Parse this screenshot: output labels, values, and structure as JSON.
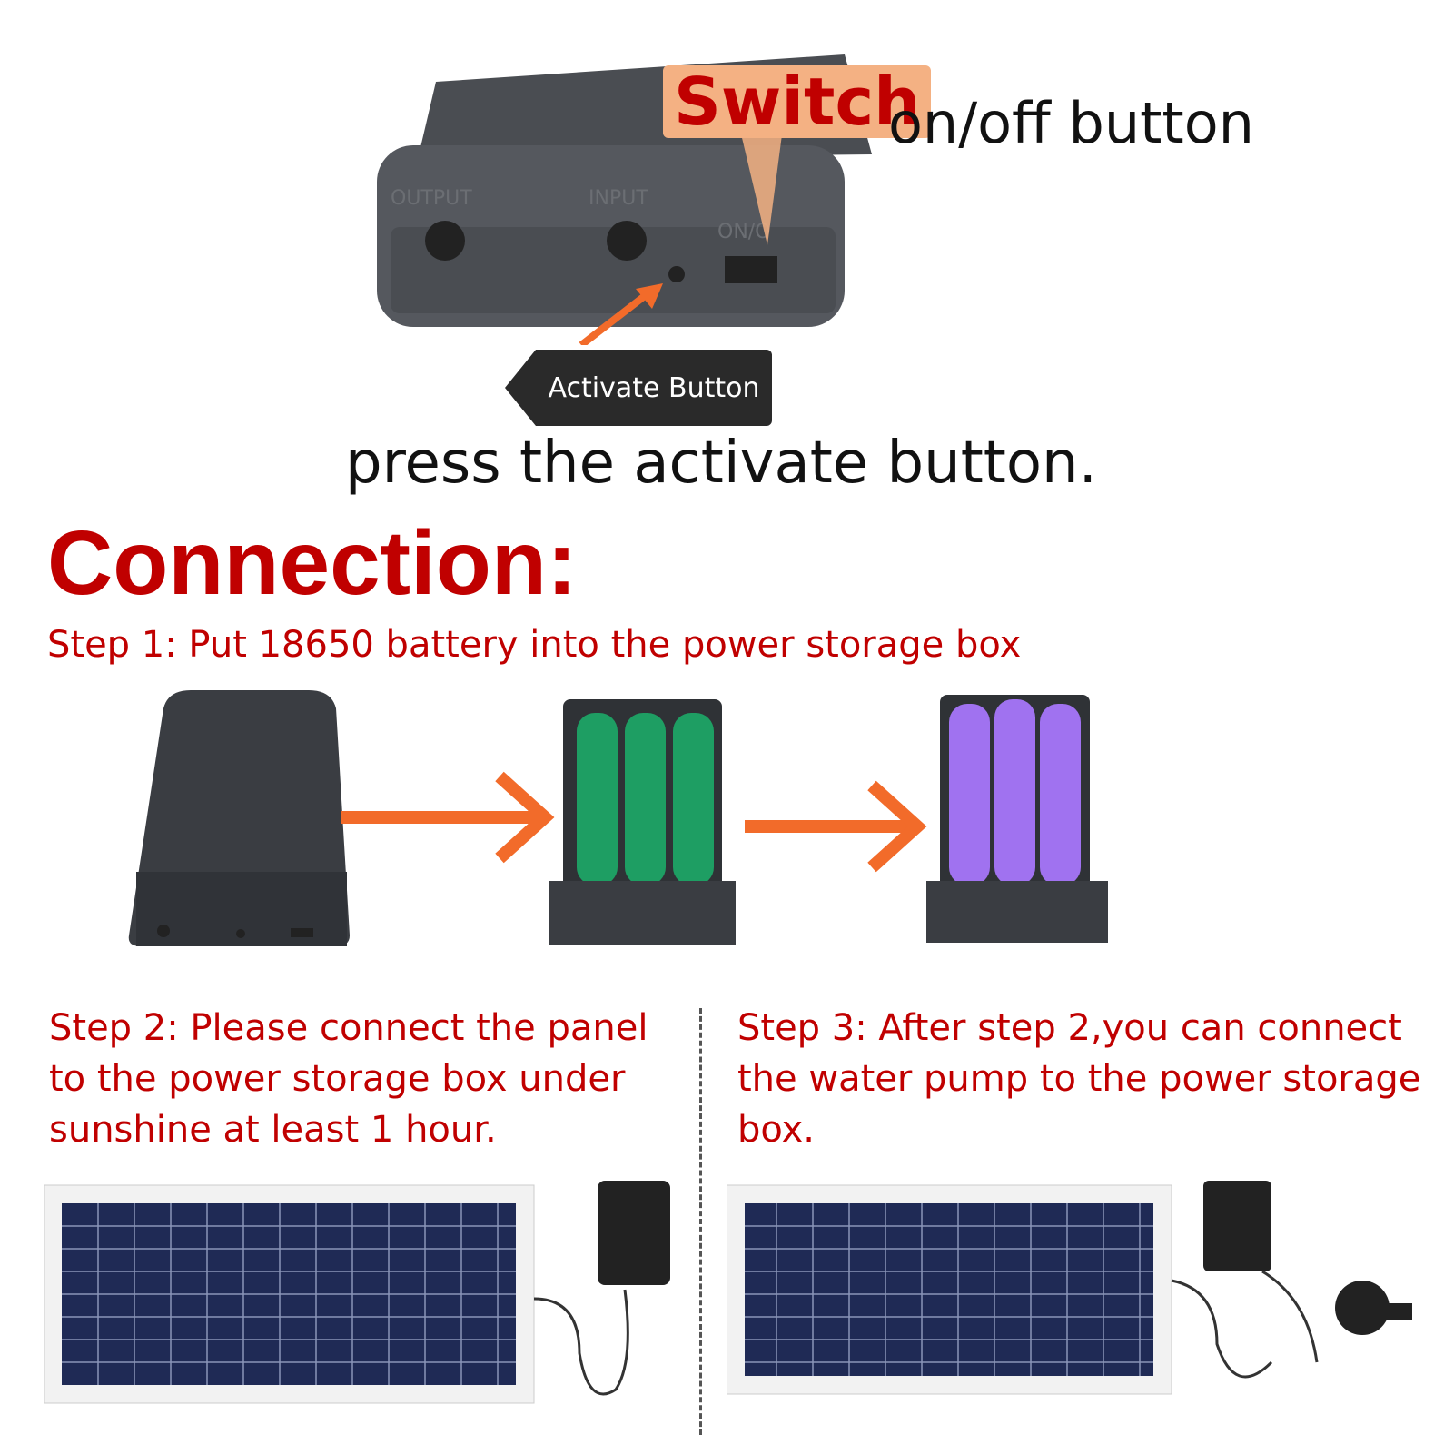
{
  "header": {
    "switch_word": "Switch",
    "switch_rest": "on/off button",
    "activate_label": "Activate Button",
    "press_text": "press the activate button."
  },
  "device_labels": {
    "output": "OUTPUT",
    "input": "INPUT",
    "onoff": "ON/O"
  },
  "connection": {
    "title": "Connection:",
    "step1": "Step 1: Put 18650 battery into the power storage box",
    "step2": "Step 2: Please connect the panel to the power storage box under sunshine at least 1 hour.",
    "step3": "Step 3: After step 2,you can connect the water pump to the power storage box."
  },
  "colors": {
    "accent_red": "#c00000",
    "arrow_orange": "#f26b2a",
    "switch_highlight": "#f4b183",
    "box_dark": "#3a3d42",
    "cell_green": "#1e9e63",
    "cell_purple": "#a072f0",
    "panel_blue": "#1f2a55"
  },
  "icons": {
    "arrow": "right-arrow-icon",
    "switch_pointer": "pointer-callout-icon"
  }
}
